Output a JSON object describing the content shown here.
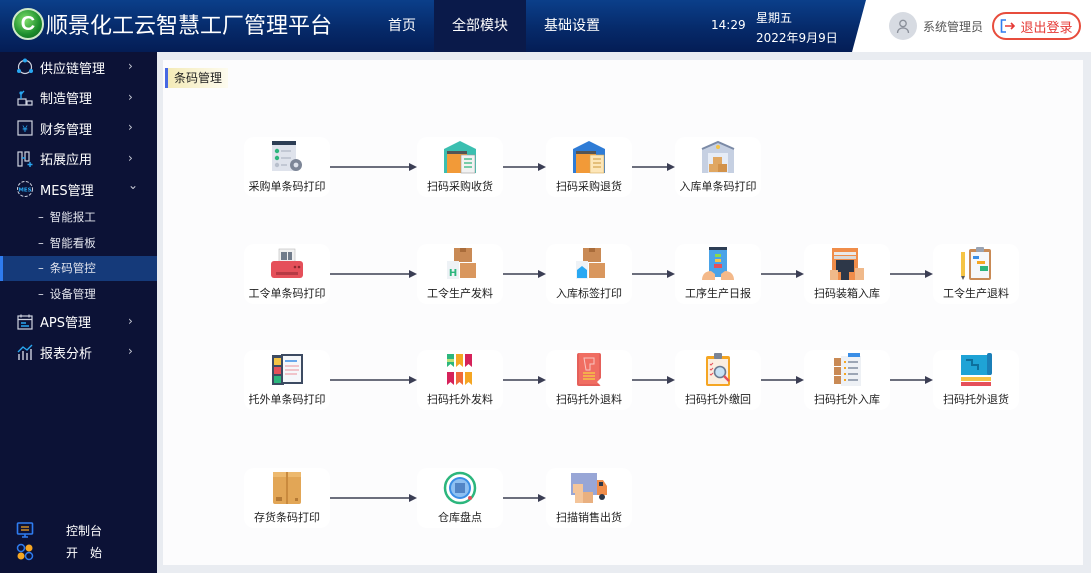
{
  "header": {
    "logo_letter": "C",
    "app_title": "顺景化工云智慧工厂管理平台",
    "nav": [
      {
        "label": "首页",
        "active": false
      },
      {
        "label": "全部模块",
        "active": true
      },
      {
        "label": "基础设置",
        "active": false
      }
    ],
    "time": "14:29",
    "weekday": "星期五",
    "date": "2022年9月9日",
    "user_name": "系统管理员",
    "logout_label": "退出登录"
  },
  "sidebar": {
    "items": [
      {
        "label": "供应链管理",
        "icon": "supply-chain-icon",
        "chevron": "›"
      },
      {
        "label": "制造管理",
        "icon": "manufacturing-icon",
        "chevron": "›"
      },
      {
        "label": "财务管理",
        "icon": "finance-icon",
        "chevron": "›"
      },
      {
        "label": "拓展应用",
        "icon": "extension-icon",
        "chevron": "›"
      },
      {
        "label": "MES管理",
        "icon": "mes-icon",
        "chevron": "⌄",
        "expanded": true
      },
      {
        "label": "APS管理",
        "icon": "calendar-icon",
        "chevron": "›"
      },
      {
        "label": "报表分析",
        "icon": "chart-icon",
        "chevron": "›"
      }
    ],
    "mes_sub": [
      {
        "label": "智能报工",
        "active": false
      },
      {
        "label": "智能看板",
        "active": false
      },
      {
        "label": "条码管控",
        "active": true
      },
      {
        "label": "设备管理",
        "active": false
      }
    ],
    "bottom": [
      {
        "label": "控制台",
        "icon": "console-icon"
      },
      {
        "label": "开　始",
        "icon": "start-icon"
      }
    ]
  },
  "content": {
    "title": "条码管理",
    "rows": [
      [
        "采购单条码打印",
        "扫码采购收货",
        "扫码采购退货",
        "入库单条码打印"
      ],
      [
        "工令单条码打印",
        "工令生产发料",
        "入库标签打印",
        "工序生产日报",
        "扫码装箱入库",
        "工令生产退料"
      ],
      [
        "托外单条码打印",
        "扫码托外发料",
        "扫码托外退料",
        "扫码托外缴回",
        "扫码托外入库",
        "扫码托外退货"
      ],
      [
        "存货条码打印",
        "仓库盘点",
        "扫描销售出货"
      ]
    ]
  },
  "colors": {
    "header_blue": "#062a6a",
    "sidebar_bg": "#0c1236",
    "sidebar_active": "#153a7a",
    "logout_red": "#e53935",
    "title_accent": "#4668e3"
  }
}
